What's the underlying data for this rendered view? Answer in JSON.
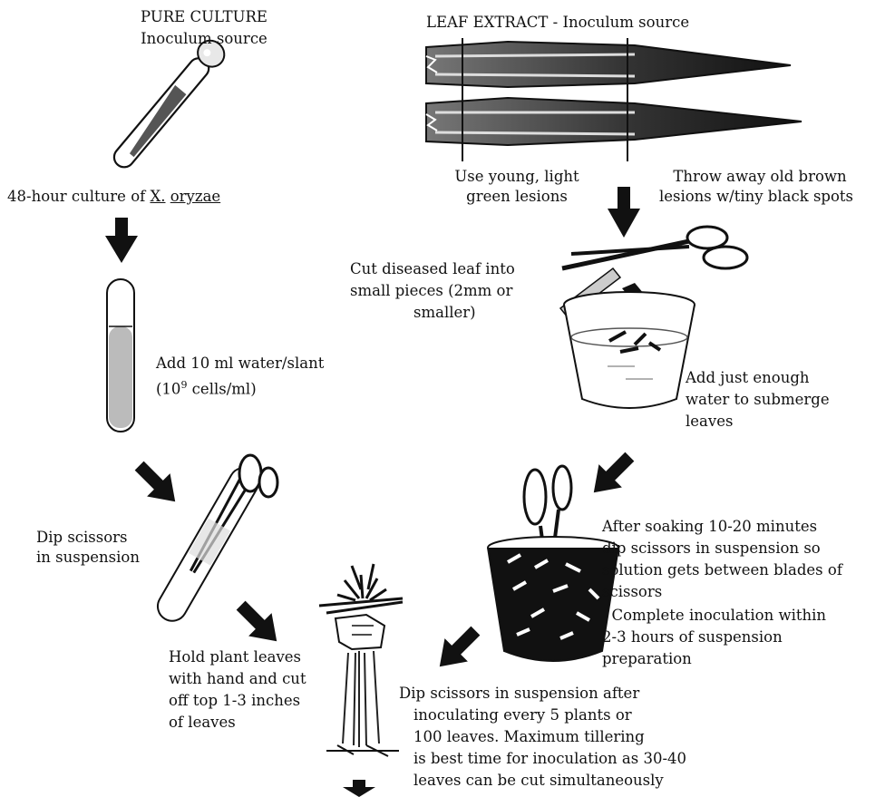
{
  "pure_culture": {
    "title": "PURE CULTURE",
    "subtitle": "Inoculum source",
    "culture_prefix": "48-hour culture of ",
    "culture_genus": "X.",
    "culture_species": "oryzae",
    "add_water_line1": "Add 10 ml water/slant",
    "add_water_line2_pre": "(10",
    "add_water_line2_sup": "9",
    "add_water_line2_post": " cells/ml)",
    "dip_line1": "Dip scissors",
    "dip_line2": "in suspension"
  },
  "leaf_extract": {
    "title": "LEAF EXTRACT - Inoculum source",
    "young_line1": "Use young, light",
    "young_line2": "green lesions",
    "old_line1": "Throw away old brown",
    "old_line2": "lesions w/tiny black spots",
    "cut_line1": "Cut diseased leaf into",
    "cut_line2": "small pieces (2mm or",
    "cut_line3": "smaller)",
    "water_line1": "Add just enough",
    "water_line2": "water to submerge",
    "water_line3": "leaves",
    "soak_lines": [
      "After soaking 10-20 minutes",
      "dip scissors in suspension so",
      "solution gets between blades of",
      "scissors",
      "  Complete inoculation within",
      "2-3 hours of suspension",
      "preparation"
    ]
  },
  "plant": {
    "hold_lines": [
      "Hold plant leaves",
      "with hand and cut",
      "off top 1-3 inches",
      "of leaves"
    ],
    "dip_lines": [
      "Dip scissors in suspension after",
      "inoculating every 5 plants or",
      "100 leaves.  Maximum tillering",
      "is best time for inoculation as 30-40",
      "leaves can be cut simultaneously"
    ]
  }
}
